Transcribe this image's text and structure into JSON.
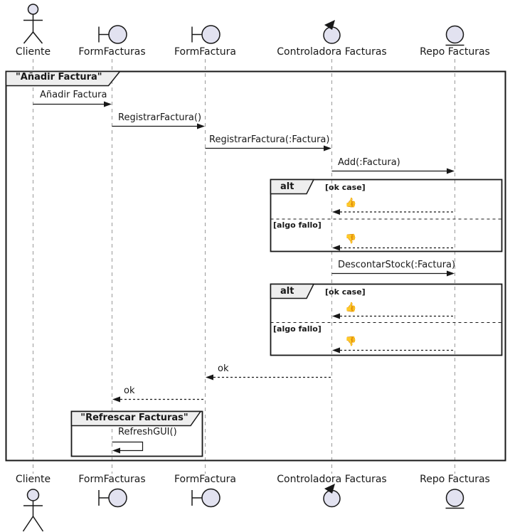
{
  "diagram": {
    "title": "\"Añadir Factura\"",
    "participants": [
      {
        "name": "Cliente",
        "icon": "actor"
      },
      {
        "name": "FormFacturas",
        "icon": "boundary"
      },
      {
        "name": "FormFactura",
        "icon": "boundary"
      },
      {
        "name": "Controladora Facturas",
        "icon": "control"
      },
      {
        "name": "Repo Facturas",
        "icon": "entity"
      }
    ],
    "messages": {
      "anadir_factura": "Añadir Factura",
      "registrar_factura": "RegistrarFactura()",
      "registrar_factura_param": "RegistrarFactura(:Factura)",
      "add_factura": "Add(:Factura)",
      "descontar_stock": "DescontarStock(:Factura)",
      "ok_to_formfactura": "ok",
      "ok_to_formfacturas": "ok",
      "refresh_gui": "RefreshGUI()"
    },
    "alt_add": {
      "operator": "alt",
      "guard_ok": "[ok case]",
      "reply_ok": "👍",
      "guard_fail": "[algo fallo]",
      "reply_fail": "👎"
    },
    "alt_stock": {
      "operator": "alt",
      "guard_ok": "[ok case]",
      "reply_ok": "👍",
      "guard_fail": "[algo fallo]",
      "reply_fail": "👎"
    },
    "inner_frame_title": "\"Refrescar Facturas\"",
    "colors": {
      "icon_fill": "#E2E2F0",
      "tab_fill": "#EEEEEE",
      "line": "#181818",
      "lifeline": "#999999"
    }
  }
}
